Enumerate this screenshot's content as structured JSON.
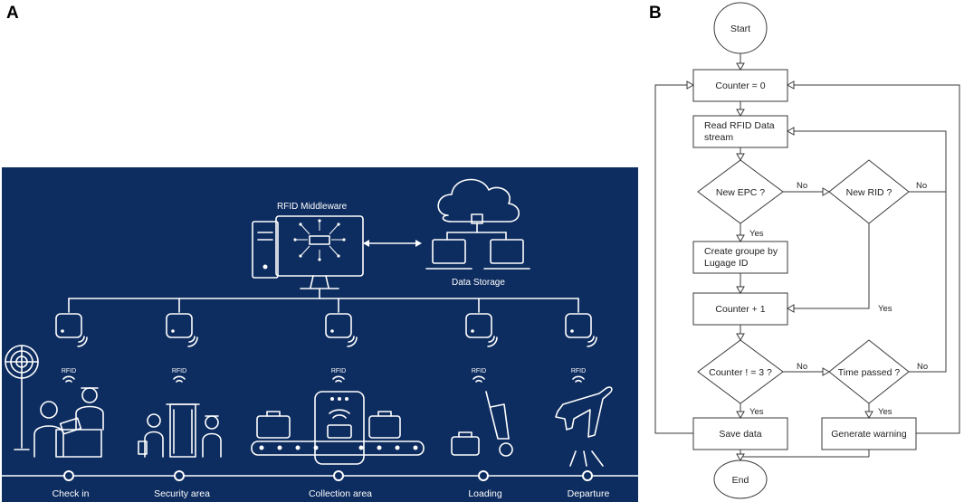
{
  "panel_a": {
    "letter": "A",
    "middleware_label": "RFID Middleware",
    "storage_label": "Data Storage",
    "rfid_label": "RFID",
    "stations": [
      "Check in",
      "Security area",
      "Collection area",
      "Loading",
      "Departure"
    ]
  },
  "panel_b": {
    "letter": "B",
    "start": "Start",
    "counter_zero": "Counter = 0",
    "read_line1": "Read RFID Data",
    "read_line2": "stream",
    "new_epc": "New EPC ?",
    "new_rid": "New RID ?",
    "group_line1": "Create groupe by",
    "group_line2": "Lugage ID",
    "counter_plus": "Counter + 1",
    "counter_check": "Counter ! = 3 ?",
    "time_passed": "Time passed ?",
    "save": "Save data",
    "warning": "Generate warning",
    "end": "End",
    "yes": "Yes",
    "no": "No"
  }
}
